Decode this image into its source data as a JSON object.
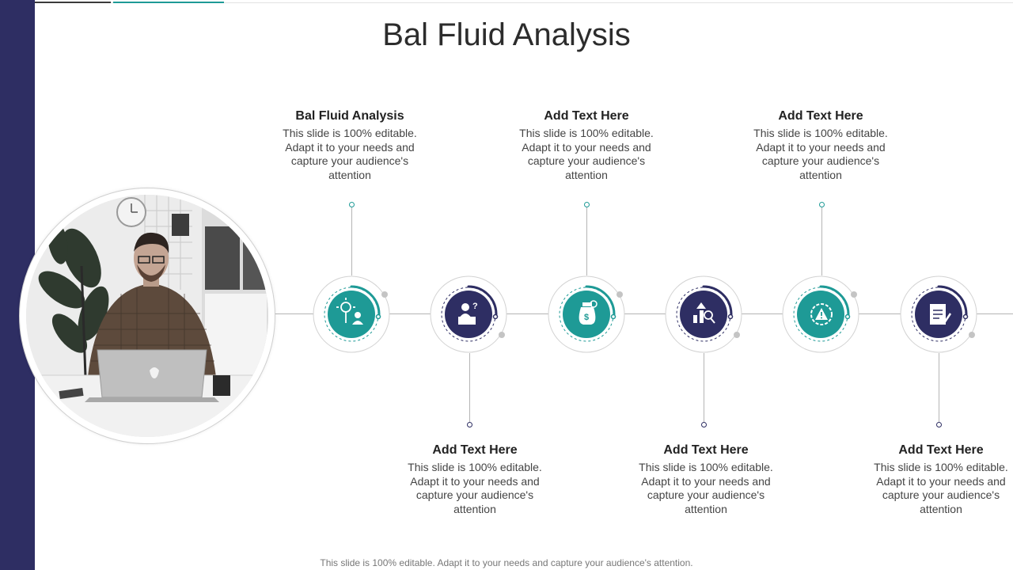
{
  "title": "Bal Fluid Analysis",
  "colors": {
    "navy": "#2e2e63",
    "teal": "#1e9a96",
    "gray": "#b5b5b5"
  },
  "steps": [
    {
      "heading": "Bal Fluid Analysis",
      "body": "This slide is 100% editable. Adapt it to your needs and capture your audience's attention",
      "icon": "idea-person-icon",
      "color": "teal"
    },
    {
      "heading": "Add Text Here",
      "body": "This slide is 100% editable. Adapt it to your needs and capture your audience's attention",
      "icon": "presenter-question-icon",
      "color": "navy"
    },
    {
      "heading": "Add Text Here",
      "body": "This slide is 100% editable. Adapt it to your needs and capture your audience's attention",
      "icon": "money-bag-icon",
      "color": "teal"
    },
    {
      "heading": "Add Text Here",
      "body": "This slide is 100% editable. Adapt it to your needs and capture your audience's attention",
      "icon": "growth-search-icon",
      "color": "navy"
    },
    {
      "heading": "Add Text Here",
      "body": "This slide is 100% editable. Adapt it to your needs and capture your audience's attention",
      "icon": "gear-warning-icon",
      "color": "teal"
    },
    {
      "heading": "Add Text Here",
      "body": "This slide is 100% editable. Adapt it to your needs and capture your audience's attention",
      "icon": "document-checklist-icon",
      "color": "navy"
    }
  ],
  "footer": "This slide is 100% editable. Adapt it to your needs and capture your audience's attention."
}
